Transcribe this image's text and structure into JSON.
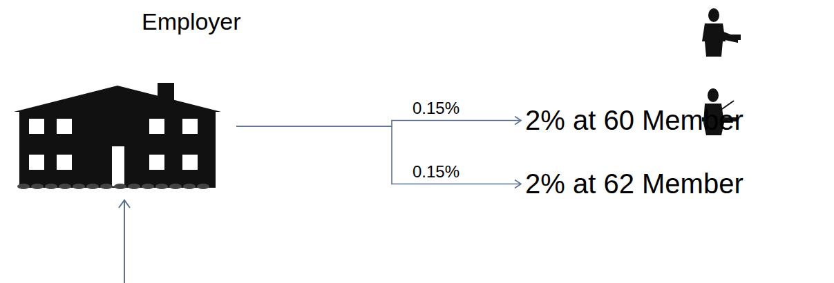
{
  "diagram": {
    "nodes": [
      {
        "text": [
          "Employer"
        ]
      },
      {
        "text": [
          "2% at 60 Member"
        ]
      },
      {
        "text": [
          "2% at 62 Member"
        ]
      }
    ],
    "edges": [
      {
        "from": 0,
        "to": 1,
        "arrow": "to",
        "label": "0.15%"
      },
      {
        "from": 0,
        "to": 2,
        "arrow": "to",
        "label": "0.15%"
      }
    ]
  }
}
